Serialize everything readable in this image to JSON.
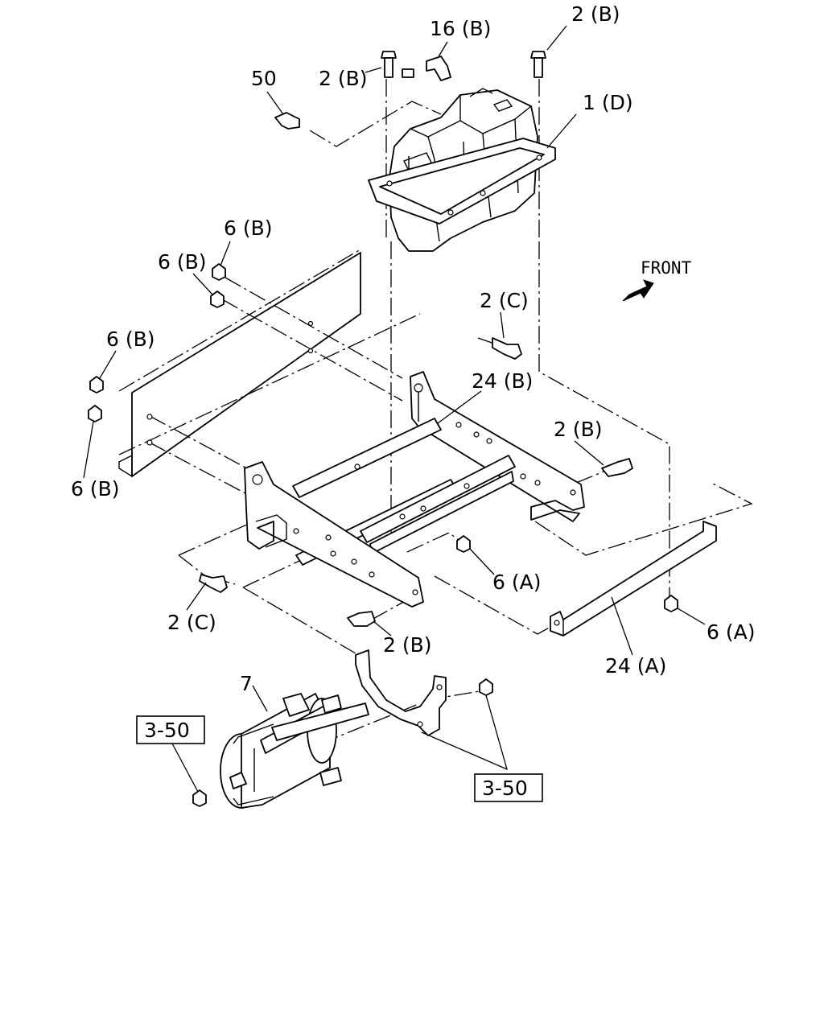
{
  "front_label": "FRONT",
  "callouts": {
    "c_16B": "16 (B)",
    "c_2B_top_right": "2 (B)",
    "c_2B_top_left": "2 (B)",
    "c_50": "50",
    "c_1D": "1 (D)",
    "c_6B_upper": "6 (B)",
    "c_6B_mid": "6 (B)",
    "c_6B_left": "6 (B)",
    "c_6B_lower_left": "6 (B)",
    "c_2C_upper": "2 (C)",
    "c_24B": "24 (B)",
    "c_2B_right": "2 (B)",
    "c_6A_center": "6 (A)",
    "c_2C_lower": "2 (C)",
    "c_2B_bottom": "2 (B)",
    "c_6A_right": "6 (A)",
    "c_24A": "24 (A)",
    "c_7": "7"
  },
  "ref_boxes": {
    "ref_left": "3-50",
    "ref_right": "3-50"
  }
}
